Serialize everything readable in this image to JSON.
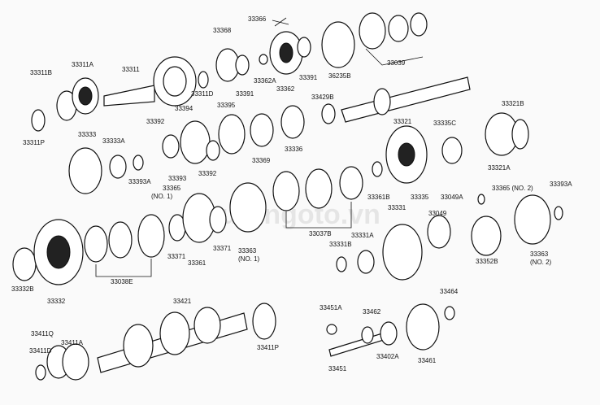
{
  "diagram": {
    "watermark": "phutungoto.vn",
    "labels": {
      "p33311B": "33311B",
      "p33311A": "33311A",
      "p33311": "33311",
      "p33311D": "33311D",
      "p33368": "33368",
      "p33366": "33366",
      "p33391a": "33391",
      "p33391b": "33391",
      "p33362A": "33362A",
      "p33362": "33362",
      "p36235B": "36235B",
      "p33039": "33039",
      "p33311P": "33311P",
      "p33333": "33333",
      "p33333A": "33333A",
      "p33393A_l": "33393A",
      "p33392a": "33392",
      "p33392b": "33392",
      "p33393": "33393",
      "p33394": "33394",
      "p33395": "33395",
      "p33369": "33369",
      "p33336": "33336",
      "p33429B": "33429B",
      "p33321": "33321",
      "p33335C": "33335C",
      "p33321B": "33321B",
      "p33321A": "33321A",
      "p33365_1": "33365",
      "p33365_1n": "(NO. 1)",
      "p33361B": "33361B",
      "p33335": "33335",
      "p33331": "33331",
      "p33049A": "33049A",
      "p33365_2": "33365 (NO. 2)",
      "p33393A_r": "33393A",
      "p33037B": "33037B",
      "p33049": "33049",
      "p33332B": "33332B",
      "p33332": "33332",
      "p33038E": "33038E",
      "p33371a": "33371",
      "p33371b": "33371",
      "p33361": "33361",
      "p33363_1": "33363",
      "p33363_1n": "(NO. 1)",
      "p33331B": "33331B",
      "p33331A": "33331A",
      "p33352B": "33352B",
      "p33363_2": "33363",
      "p33363_2n": "(NO. 2)",
      "p33421": "33421",
      "p33411Q": "33411Q",
      "p33411A": "33411A",
      "p33411D": "33411D",
      "p33411P": "33411P",
      "p33451A": "33451A",
      "p33462": "33462",
      "p33464": "33464",
      "p33451": "33451",
      "p33402A": "33402A",
      "p33461": "33461"
    }
  }
}
